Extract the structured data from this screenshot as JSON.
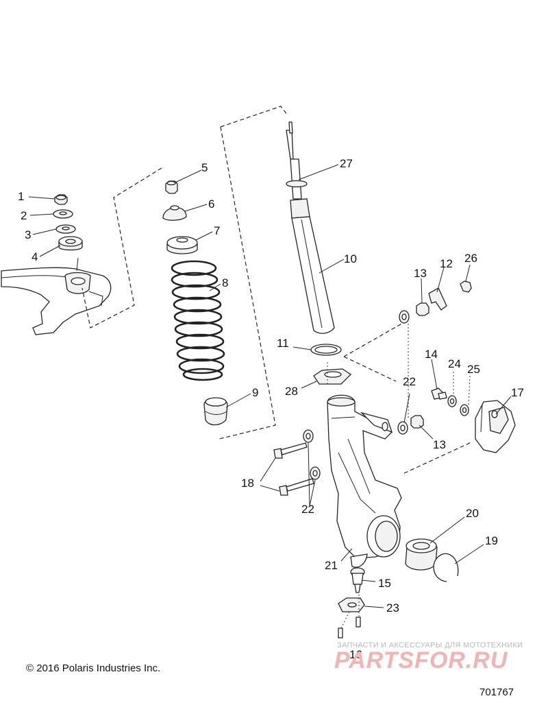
{
  "callouts": [
    "1",
    "2",
    "3",
    "4",
    "5",
    "6",
    "7",
    "8",
    "9",
    "10",
    "11",
    "12",
    "13",
    "13",
    "14",
    "15",
    "16",
    "17",
    "18",
    "19",
    "20",
    "21",
    "22",
    "22",
    "23",
    "24",
    "25",
    "26",
    "27",
    "28"
  ],
  "copyright": "© 2016 Polaris Industries Inc.",
  "drawing_number": "701767",
  "watermark": {
    "caption": "ЗАПЧАСТИ И АКСЕССУАРЫ ДЛЯ МОТОТЕХНИКИ",
    "logo_text": "PARTSFOR.RU"
  }
}
